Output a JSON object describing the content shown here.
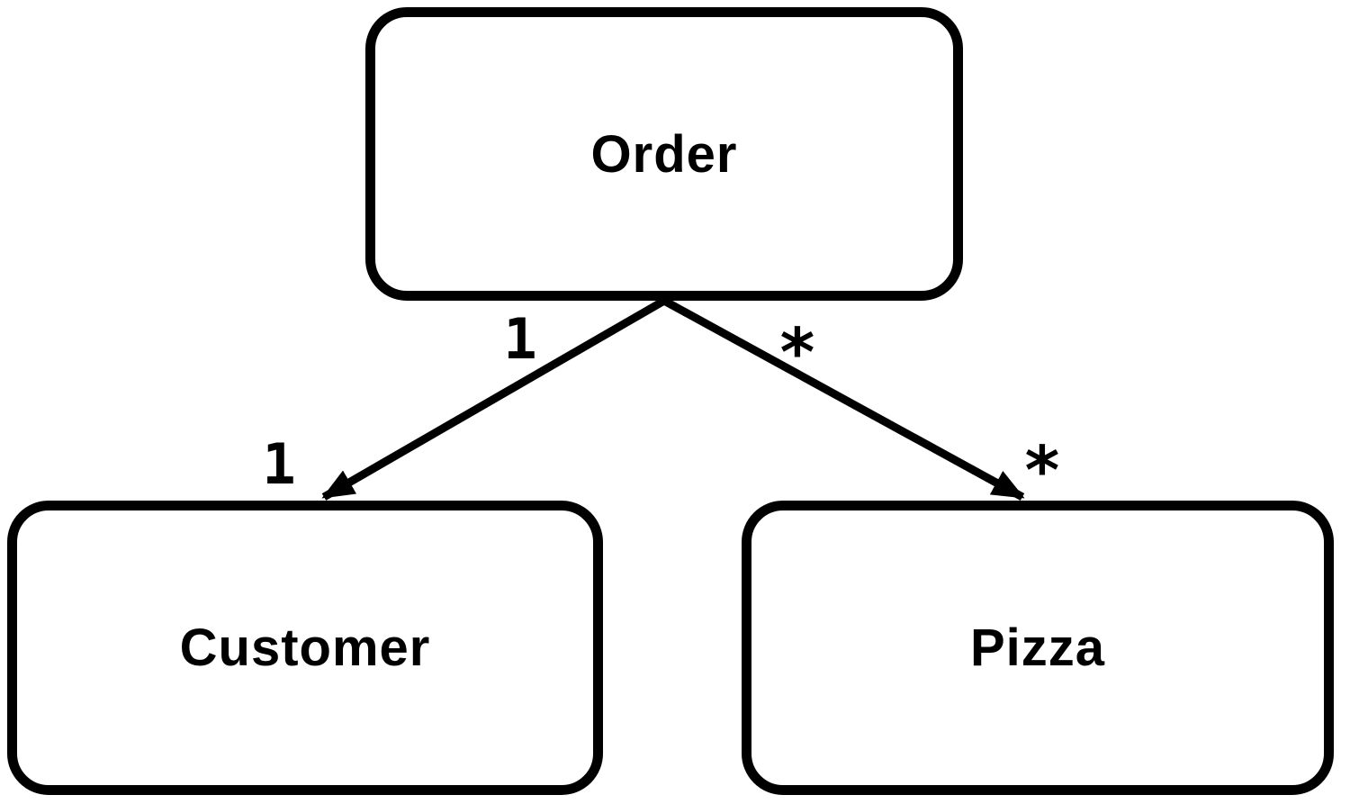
{
  "diagram": {
    "type": "uml-association-diagram",
    "background_color": "#ffffff",
    "stroke_color": "#000000",
    "nodes": [
      {
        "id": "order",
        "label": "Order"
      },
      {
        "id": "customer",
        "label": "Customer"
      },
      {
        "id": "pizza",
        "label": "Pizza"
      }
    ],
    "edges": [
      {
        "from": "Order",
        "to": "Customer",
        "source_multiplicity": "1",
        "target_multiplicity": "1",
        "arrow": "filled-arrowhead-at-target"
      },
      {
        "from": "Order",
        "to": "Pizza",
        "source_multiplicity": "*",
        "target_multiplicity": "*",
        "arrow": "filled-arrowhead-at-target"
      }
    ]
  }
}
